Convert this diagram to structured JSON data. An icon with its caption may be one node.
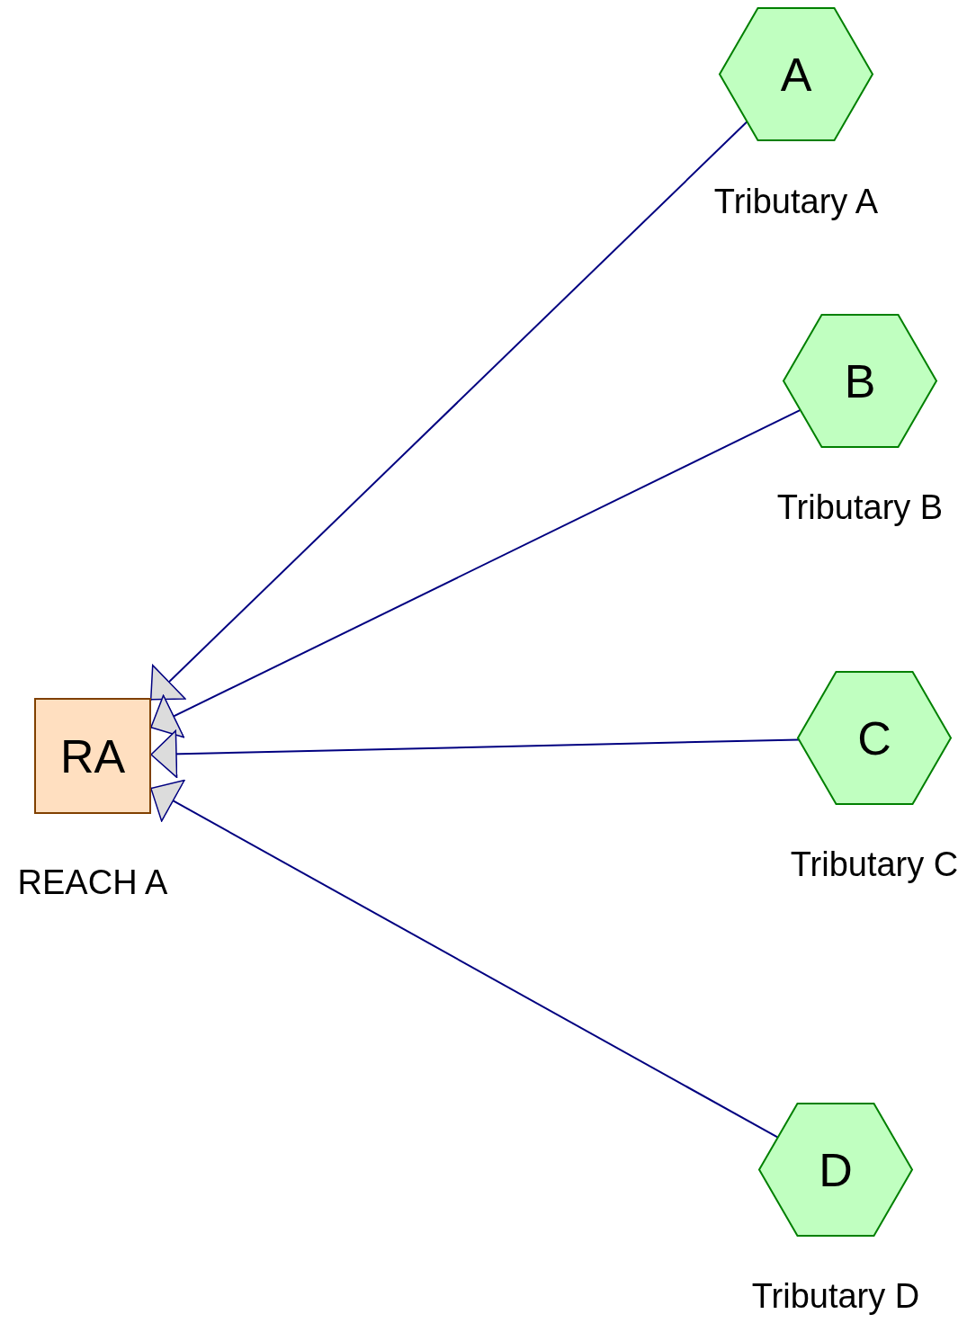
{
  "diagram": {
    "nodes": [
      {
        "text": [
          "RA"
        ],
        "beside": [
          "REACH A"
        ]
      },
      {
        "text": [
          "A"
        ],
        "beside": [
          "Tributary A"
        ]
      },
      {
        "text": [
          "B"
        ],
        "beside": [
          "Tributary B"
        ]
      },
      {
        "text": [
          "C"
        ],
        "beside": [
          "Tributary C"
        ]
      },
      {
        "text": [
          "D"
        ],
        "beside": [
          "Tributary D"
        ]
      }
    ],
    "edges": [
      {
        "from": 1,
        "to": 0,
        "arrow": "to"
      },
      {
        "from": 2,
        "to": 0,
        "arrow": "to"
      },
      {
        "from": 3,
        "to": 0,
        "arrow": "to"
      },
      {
        "from": 4,
        "to": 0,
        "arrow": "to"
      }
    ]
  }
}
